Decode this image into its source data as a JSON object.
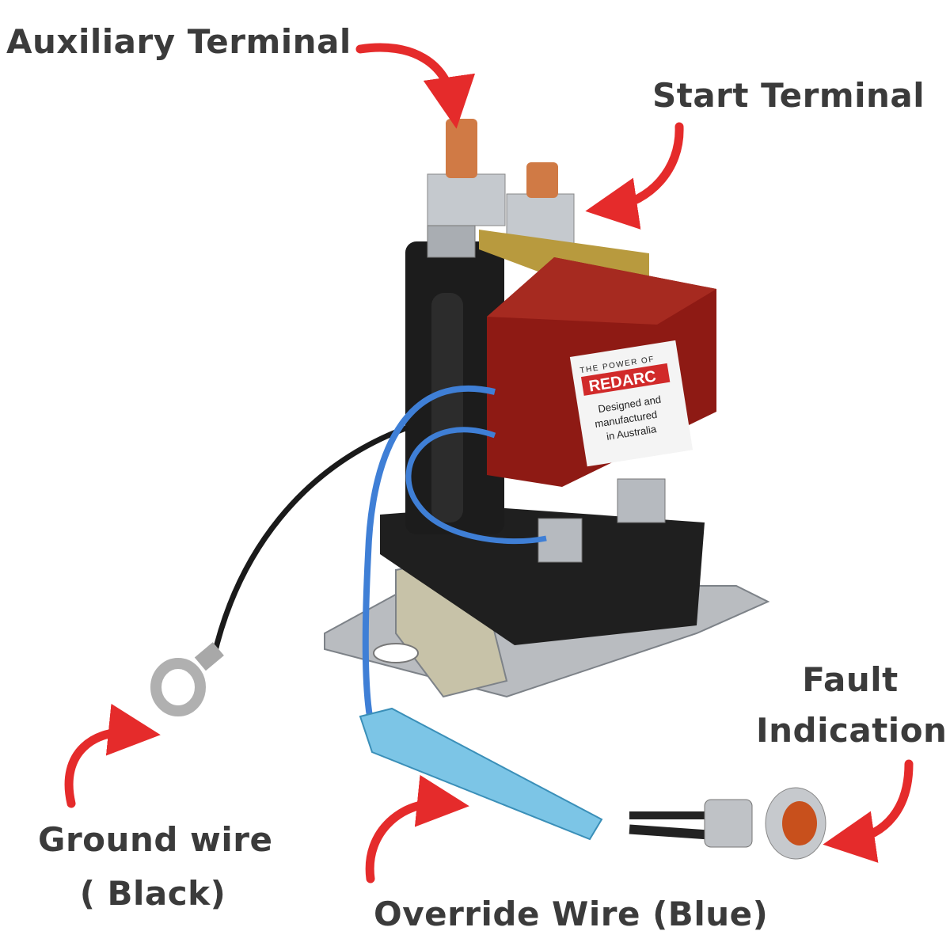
{
  "labels": {
    "auxiliary_terminal": "Auxiliary Terminal",
    "start_terminal": "Start Terminal",
    "fault_indication_line1": "Fault",
    "fault_indication_line2": "Indication",
    "ground_wire_line1": "Ground wire",
    "ground_wire_line2": "( Black)",
    "override_wire": "Override Wire (Blue)"
  },
  "product_sticker": {
    "tagline": "THE POWER OF",
    "brand": "REDARC",
    "line1": "Designed and",
    "line2": "manufactured",
    "line3": "in Australia"
  },
  "colors": {
    "label_text": "#3b3b3b",
    "arrow": "#e52b2b",
    "housing_red": "#8e1a14",
    "body_black": "#1c1c1c",
    "wire_blue": "#3f7fd6",
    "copper": "#d07a45"
  }
}
